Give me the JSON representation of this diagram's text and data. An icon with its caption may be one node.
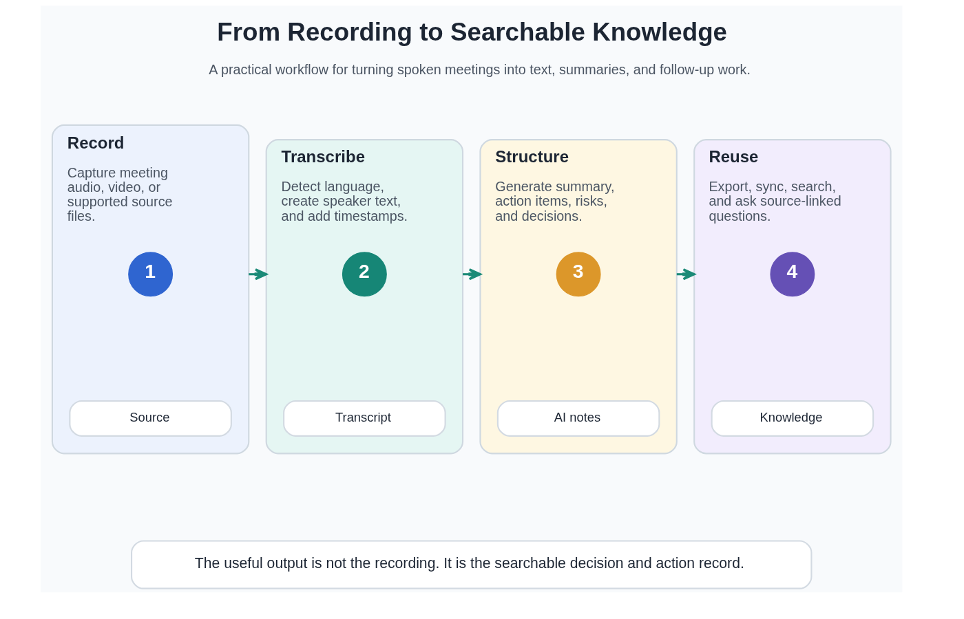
{
  "diagram": {
    "title": "From Recording to Searchable Knowledge",
    "caption": "A practical workflow for turning spoken meetings into text, summaries, and follow-up work.",
    "nodes": [
      {
        "text": [
          "Record",
          "Capture meeting audio, video, or supported source files."
        ]
      },
      {
        "text": [
          "1"
        ],
        "in": 0
      },
      {
        "text": [
          "Source"
        ],
        "in": 0
      },
      {
        "text": [
          "Transcribe",
          "Detect language, create speaker text, and add timestamps."
        ]
      },
      {
        "text": [
          "2"
        ],
        "in": 3
      },
      {
        "text": [
          "Transcript"
        ],
        "in": 3
      },
      {
        "text": [
          "Structure",
          "Generate summary, action items, risks, and decisions."
        ]
      },
      {
        "text": [
          "3"
        ],
        "in": 6
      },
      {
        "text": [
          "AI notes"
        ],
        "in": 6
      },
      {
        "text": [
          "Reuse",
          "Export, sync, search, and ask source-linked questions."
        ]
      },
      {
        "text": [
          "4"
        ],
        "in": 9
      },
      {
        "text": [
          "Knowledge"
        ],
        "in": 9
      },
      {
        "text": [
          "The useful output is not the recording. It is the searchable decision and action record."
        ]
      }
    ],
    "edges": [
      {
        "from": 0,
        "to": 3,
        "arrow": "to"
      },
      {
        "from": 3,
        "to": 6,
        "arrow": "to"
      },
      {
        "from": 6,
        "to": 9,
        "arrow": "to"
      }
    ]
  }
}
